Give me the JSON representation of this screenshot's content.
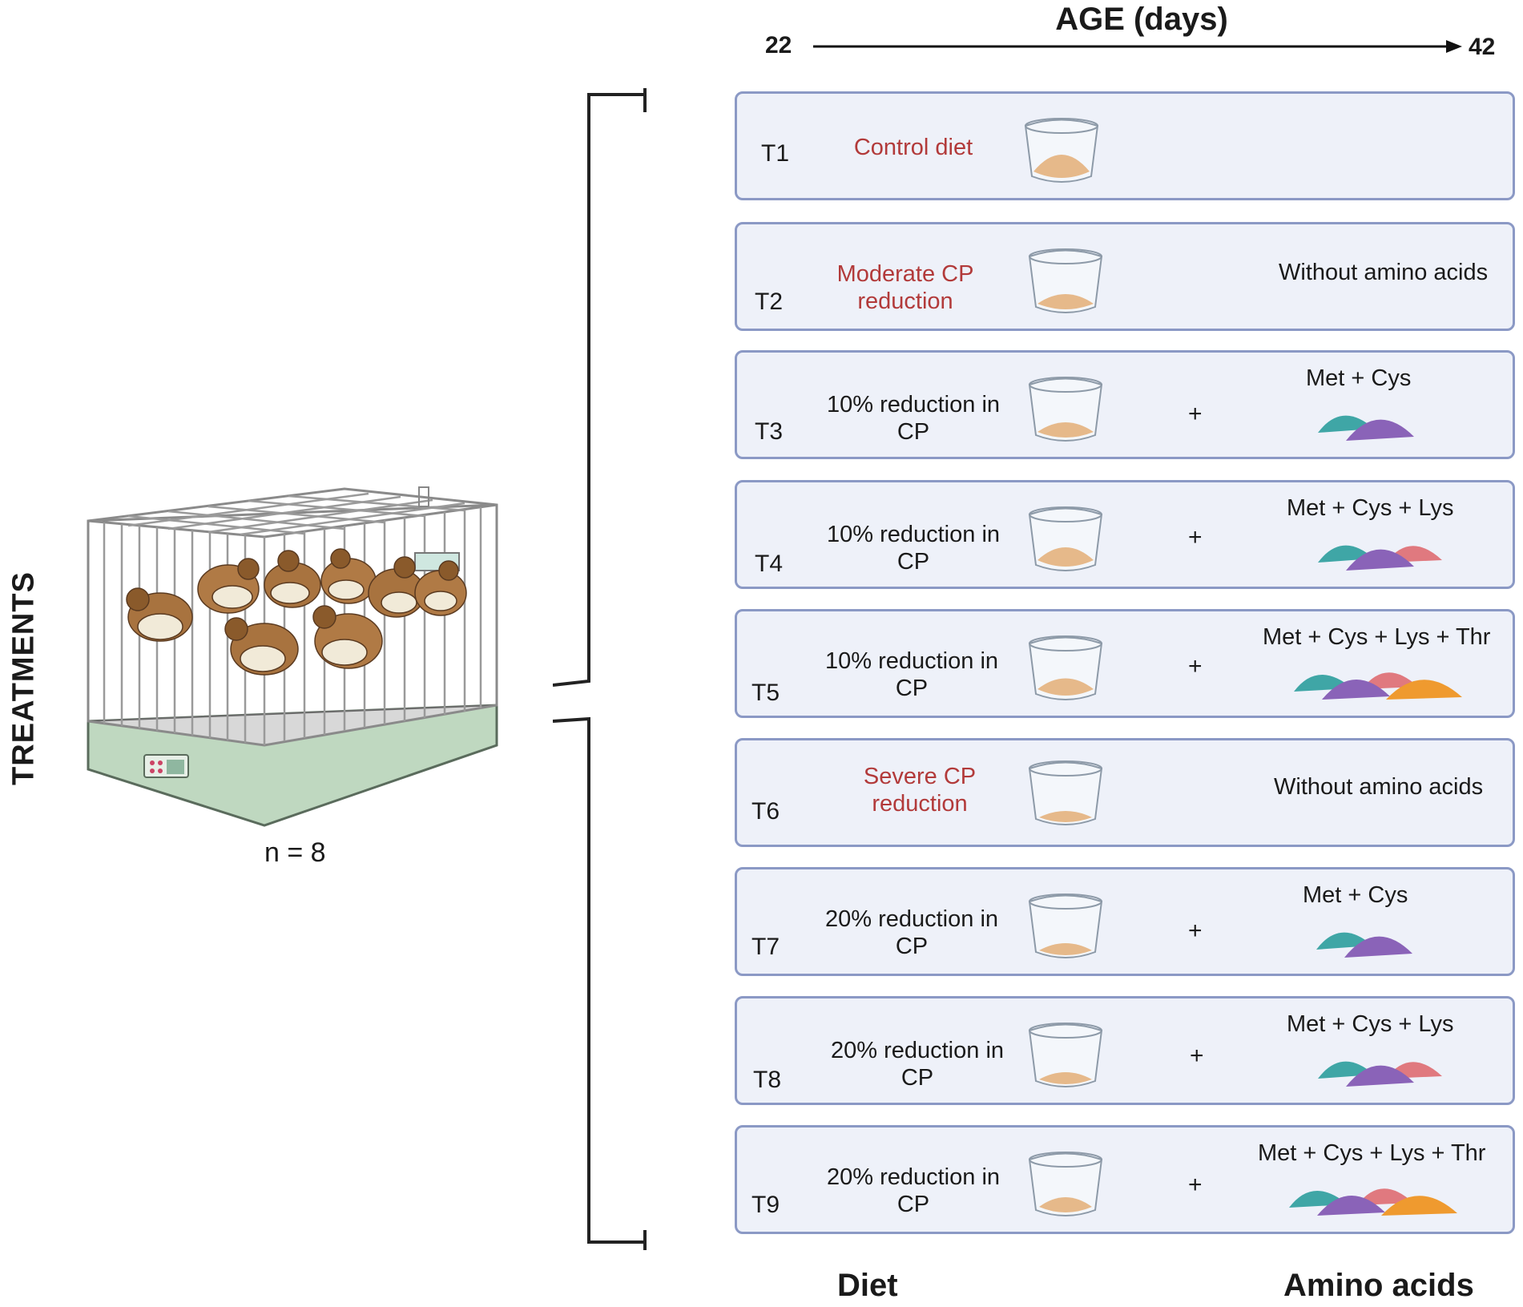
{
  "header": {
    "title": "AGE (days)",
    "start": "22",
    "end": "42"
  },
  "side": {
    "label": "TREATMENTS",
    "n": "n = 8"
  },
  "footer": {
    "diet": "Diet",
    "amino_acids": "Amino acids"
  },
  "treatments": [
    {
      "id": "T1",
      "diet": "Control diet",
      "diet_color": "#b23a3a",
      "amino": ""
    },
    {
      "id": "T2",
      "diet": "Moderate CP reduction",
      "diet_color": "#b23a3a",
      "amino": "Without amino acids"
    },
    {
      "id": "T3",
      "diet": "10% reduction in CP",
      "plus": "+",
      "amino": "Met + Cys"
    },
    {
      "id": "T4",
      "diet": "10% reduction in CP",
      "plus": "+",
      "amino": "Met + Cys + Lys"
    },
    {
      "id": "T5",
      "diet": "10% reduction in CP",
      "plus": "+",
      "amino": "Met + Cys + Lys + Thr"
    },
    {
      "id": "T6",
      "diet": "Severe CP reduction",
      "diet_color": "#b23a3a",
      "amino": "Without amino acids"
    },
    {
      "id": "T7",
      "diet": "20% reduction in CP",
      "plus": "+",
      "amino": "Met + Cys"
    },
    {
      "id": "T8",
      "diet": "20% reduction in CP",
      "plus": "+",
      "amino": "Met + Cys + Lys"
    },
    {
      "id": "T9",
      "diet": "20% reduction in CP",
      "plus": "+",
      "amino": "Met + Cys + Lys + Thr"
    }
  ],
  "powder_colors": {
    "met": "#3fa6a6",
    "cys": "#8a63b8",
    "lys": "#e0797f",
    "thr": "#ef9a2f"
  }
}
